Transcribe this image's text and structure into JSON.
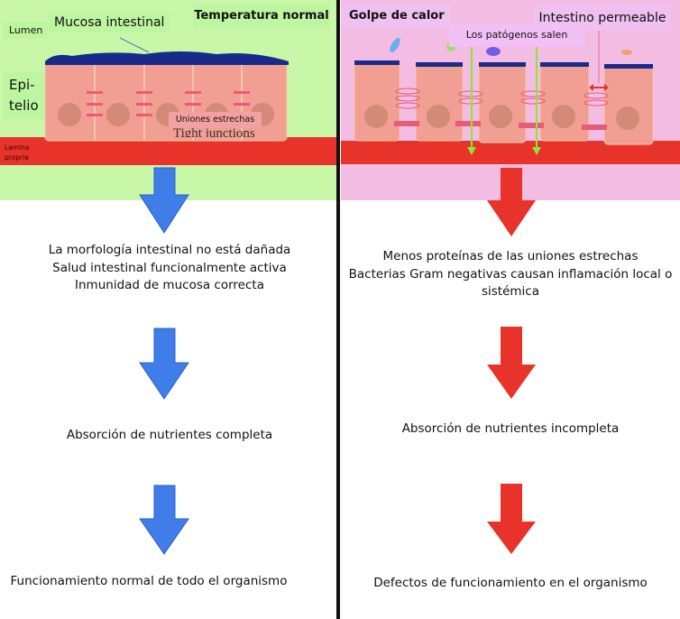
{
  "left": {
    "title": "Temperatura normal",
    "labels": {
      "lumen": "Lumen",
      "mucosa": "Mucosa intestinal",
      "epitelio": "Epi-\ntelio",
      "uniones": "Uniones estrechas",
      "tight": "Tight junctions",
      "lamina": "Lamina\npropria"
    },
    "step1": [
      "La morfología intestinal no está dañada",
      "Salud intestinal funcionalmente activa",
      "Inmunidad de mucosa correcta"
    ],
    "step2": "Absorción de nutrientes completa",
    "step3": "Funcionamiento normal de todo el organismo",
    "background": "#c9f7a8",
    "arrow_color": "#3f7ee8"
  },
  "right": {
    "title": "Golpe de calor",
    "labels": {
      "patogenos": "Los patógenos salen",
      "permeable": "Intestino permeable"
    },
    "step1": [
      "Menos proteínas de las uniones estrechas",
      "Bacterias Gram negativas causan inflamación local o sistémica"
    ],
    "step2": "Absorción de nutrientes incompleta",
    "step3": "Defectos de funcionamiento en el organismo",
    "background": "#f3bde3",
    "arrow_color": "#e8332a"
  }
}
